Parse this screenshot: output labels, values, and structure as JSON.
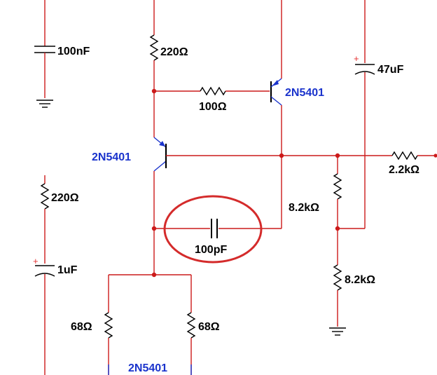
{
  "colors": {
    "wire": "#cc1a1a",
    "component": "#000000",
    "transistor": "#1a33cc",
    "label": "#000000",
    "transistor_label": "#1a33cc",
    "highlight_circle": "#d42b2b",
    "polarity": "#e53232"
  },
  "labels": {
    "c1": "100nF",
    "r_top": "220Ω",
    "r_series": "100Ω",
    "q_top": "2N5401",
    "c_bulk": "47uF",
    "q_mid": "2N5401",
    "r_out": "2.2kΩ",
    "r_left": "220Ω",
    "r_div_top": "8.2kΩ",
    "c_comp": "100pF",
    "c_small": "1uF",
    "r_div_bottom": "8.2kΩ",
    "r_em_left": "68Ω",
    "r_em_right": "68Ω",
    "q_bottom": "2N5401",
    "plus": "+"
  },
  "icons": {
    "ground": "ground-icon",
    "resistor": "resistor-icon",
    "capacitor": "capacitor-icon",
    "polarized_capacitor": "polarized-capacitor-icon",
    "pnp_transistor": "pnp-transistor-icon",
    "highlight": "highlight-circle"
  }
}
